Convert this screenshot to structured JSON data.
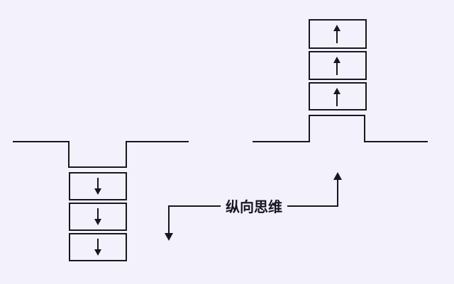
{
  "colors": {
    "background": "#f3f1fb",
    "line": "#17171f"
  },
  "diagram": {
    "annotation": {
      "label": "纵向思维",
      "left_arrow_icon": "down-arrow-icon",
      "right_arrow_icon": "up-arrow-icon"
    },
    "left_structure": {
      "description": "pit-below-ground-line",
      "box_count": 3,
      "arrow_icon": "down-arrow-icon",
      "arrow_glyph": "↓"
    },
    "right_structure": {
      "description": "tower-above-ground-line",
      "box_count": 3,
      "arrow_icon": "up-arrow-icon",
      "arrow_glyph": "↑"
    }
  }
}
